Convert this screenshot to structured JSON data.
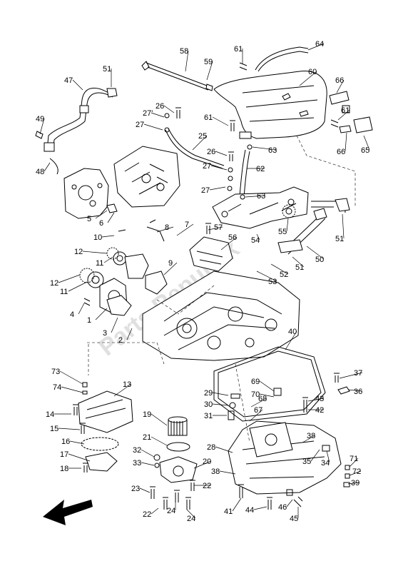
{
  "watermark": "Parts Republik",
  "callouts": [
    "1",
    "2",
    "3",
    "4",
    "5",
    "6",
    "7",
    "8",
    "9",
    "10",
    "11",
    "12",
    "13",
    "14",
    "15",
    "16",
    "17",
    "18",
    "19",
    "20",
    "21",
    "22",
    "23",
    "24",
    "25",
    "26",
    "27",
    "27'",
    "28",
    "29",
    "30",
    "31",
    "32",
    "33",
    "34",
    "35",
    "36",
    "37",
    "38",
    "39",
    "40",
    "41",
    "42",
    "43",
    "44",
    "45",
    "46",
    "47",
    "48",
    "49",
    "50",
    "51",
    "52",
    "53",
    "54",
    "55",
    "56",
    "57",
    "58",
    "59",
    "60",
    "61",
    "62",
    "63",
    "64",
    "65",
    "66",
    "67",
    "68",
    "69",
    "70",
    "71",
    "72",
    "73",
    "74"
  ],
  "icons": {
    "direction_arrow": "front-arrow-icon"
  }
}
